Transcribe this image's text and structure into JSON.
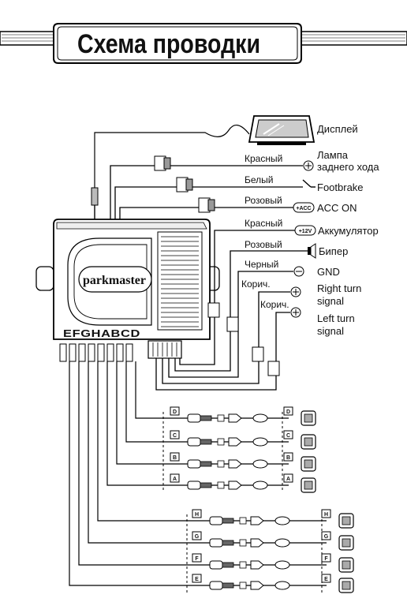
{
  "title": "Схема проводки",
  "brand": "parkmaster",
  "ports": "EFGHABCD",
  "display_label": "Дисплей",
  "wires": {
    "reverse": {
      "color": "Красный",
      "line1": "Лампа",
      "line2": "заднего хода"
    },
    "footbrake": {
      "color": "Белый",
      "label": "Footbrake"
    },
    "acc": {
      "color": "Розовый",
      "terminal": "+ACC",
      "label": "ACC ON"
    },
    "battery": {
      "color": "Красный",
      "terminal": "+12V",
      "label": "Аккумулятор"
    },
    "buzzer": {
      "color": "Розовый",
      "label": "Бипер"
    },
    "gnd": {
      "color": "Черный",
      "label": "GND"
    },
    "right_turn": {
      "color": "Корич.",
      "line1": "Right turn",
      "line2": "signal"
    },
    "left_turn": {
      "color": "Корич.",
      "line1": "Left turn",
      "line2": "signal"
    }
  },
  "sensors": [
    {
      "letter": "D"
    },
    {
      "letter": "C"
    },
    {
      "letter": "B"
    },
    {
      "letter": "A"
    },
    {
      "letter": "H"
    },
    {
      "letter": "G"
    },
    {
      "letter": "F"
    },
    {
      "letter": "E"
    }
  ]
}
